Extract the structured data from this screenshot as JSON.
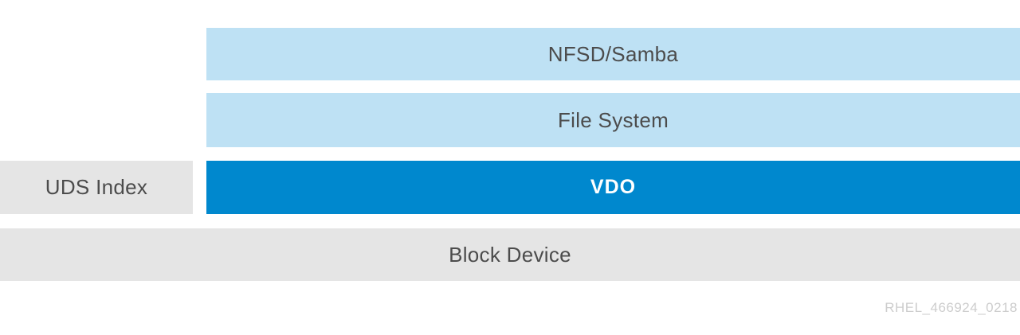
{
  "layers": {
    "nfsd_samba": {
      "label": "NFSD/Samba"
    },
    "file_system": {
      "label": "File System"
    },
    "uds_index": {
      "label": "UDS Index"
    },
    "vdo": {
      "label": "VDO"
    },
    "block_device": {
      "label": "Block Device"
    }
  },
  "watermark": {
    "label": "RHEL_466924_0218"
  },
  "colors": {
    "light_blue": "#bee1f4",
    "blue": "#0088ce",
    "gray": "#e5e5e5",
    "label_text": "#4c4c4c",
    "vdo_text": "#ffffff",
    "watermark_text": "#cdcdcd"
  }
}
